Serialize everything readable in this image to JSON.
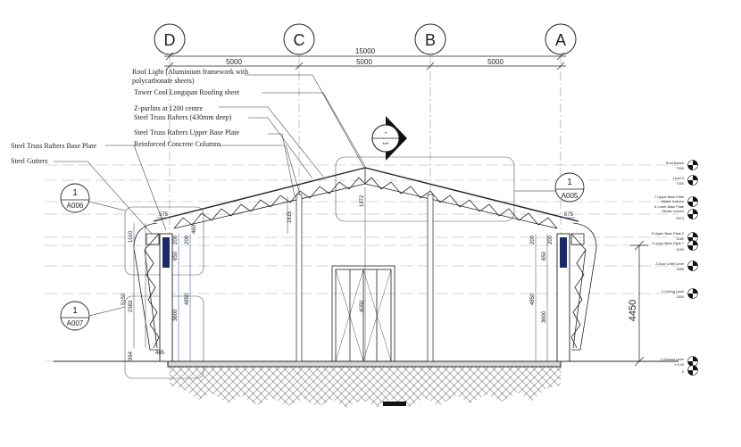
{
  "grid": {
    "labels": [
      "D",
      "C",
      "B",
      "A"
    ],
    "overall_dim": "15000",
    "bay_dims": [
      "5000",
      "5000",
      "5000"
    ]
  },
  "annotations": [
    "Roof Light (Aluminium framework with",
    "polycarbonate sheets)",
    "Tower Cool Longspan Roofing sheet",
    "Z-purlins at 1200 centre",
    "Steel Truss Rafters (430mm deep)",
    "Steel Truss Rafters Upper Base Plate",
    "Reinforced Concrete Columns",
    "Steel Truss Rafters Base Plate",
    "Steel Gutters"
  ],
  "section_marker": {
    "top": "*",
    "bottom": "***"
  },
  "callouts": [
    {
      "num": "1",
      "ref": "A006"
    },
    {
      "num": "1",
      "ref": "A005"
    },
    {
      "num": "1",
      "ref": "A007"
    }
  ],
  "dims": {
    "left_outer": "575",
    "right_outer": "575",
    "center_rise": "1972",
    "truss_depth": "1615",
    "left_v1": "1010",
    "left_v2": "2383",
    "left_v3": "5150",
    "left_v4": "994",
    "left_in1": "200",
    "left_in2": "650",
    "left_in3": "200",
    "left_in4": "4850",
    "left_in5": "3600",
    "left_in6": "460",
    "left_in7": "485",
    "right_in1": "200",
    "right_in2": "650",
    "right_in3": "200",
    "right_in4": "4850",
    "right_in5": "3600",
    "center_door": "4050",
    "right_total": "4450"
  },
  "levels": [
    {
      "name": "Roof Datum",
      "value": "7500"
    },
    {
      "name": "Level 3",
      "value": "7300"
    },
    {
      "name": "7 Upper Base Plate",
      "value": "Middle Column"
    },
    {
      "name": "6 Lower Base Plate",
      "value": "Middle column"
    },
    {
      "name": "",
      "value": "5973"
    },
    {
      "name": "5 Upper Base Plate 2",
      "value": "4180"
    },
    {
      "name": "4 Lower Base Plate 7",
      "value": "4190"
    },
    {
      "name": "3 Door Lintel Level",
      "value": "3900"
    },
    {
      "name": "2 Ceiling Level",
      "value": "3300"
    },
    {
      "name": "1 Ground Level",
      "value": "± 0.00"
    },
    {
      "name": "",
      "value": "0"
    }
  ]
}
